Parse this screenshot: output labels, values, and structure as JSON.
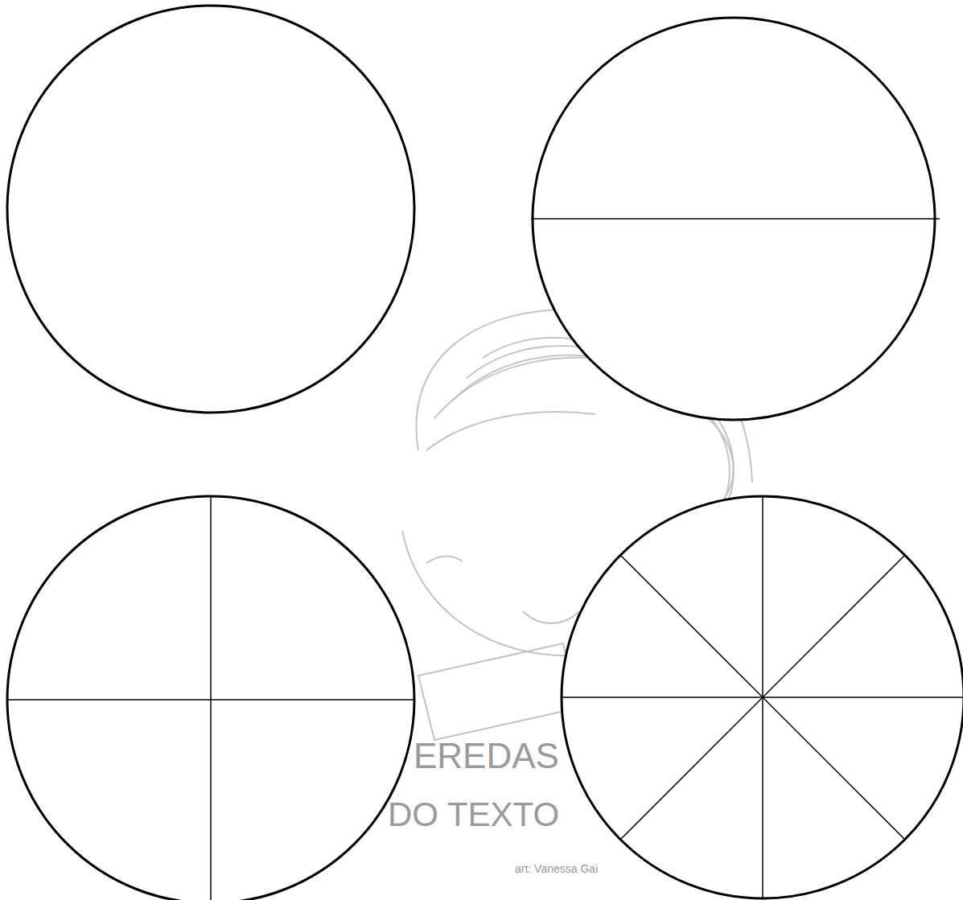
{
  "diagram": {
    "labels": [
      "EREDAS",
      "DO TEXTO",
      "art: Vanessa Gai"
    ]
  }
}
